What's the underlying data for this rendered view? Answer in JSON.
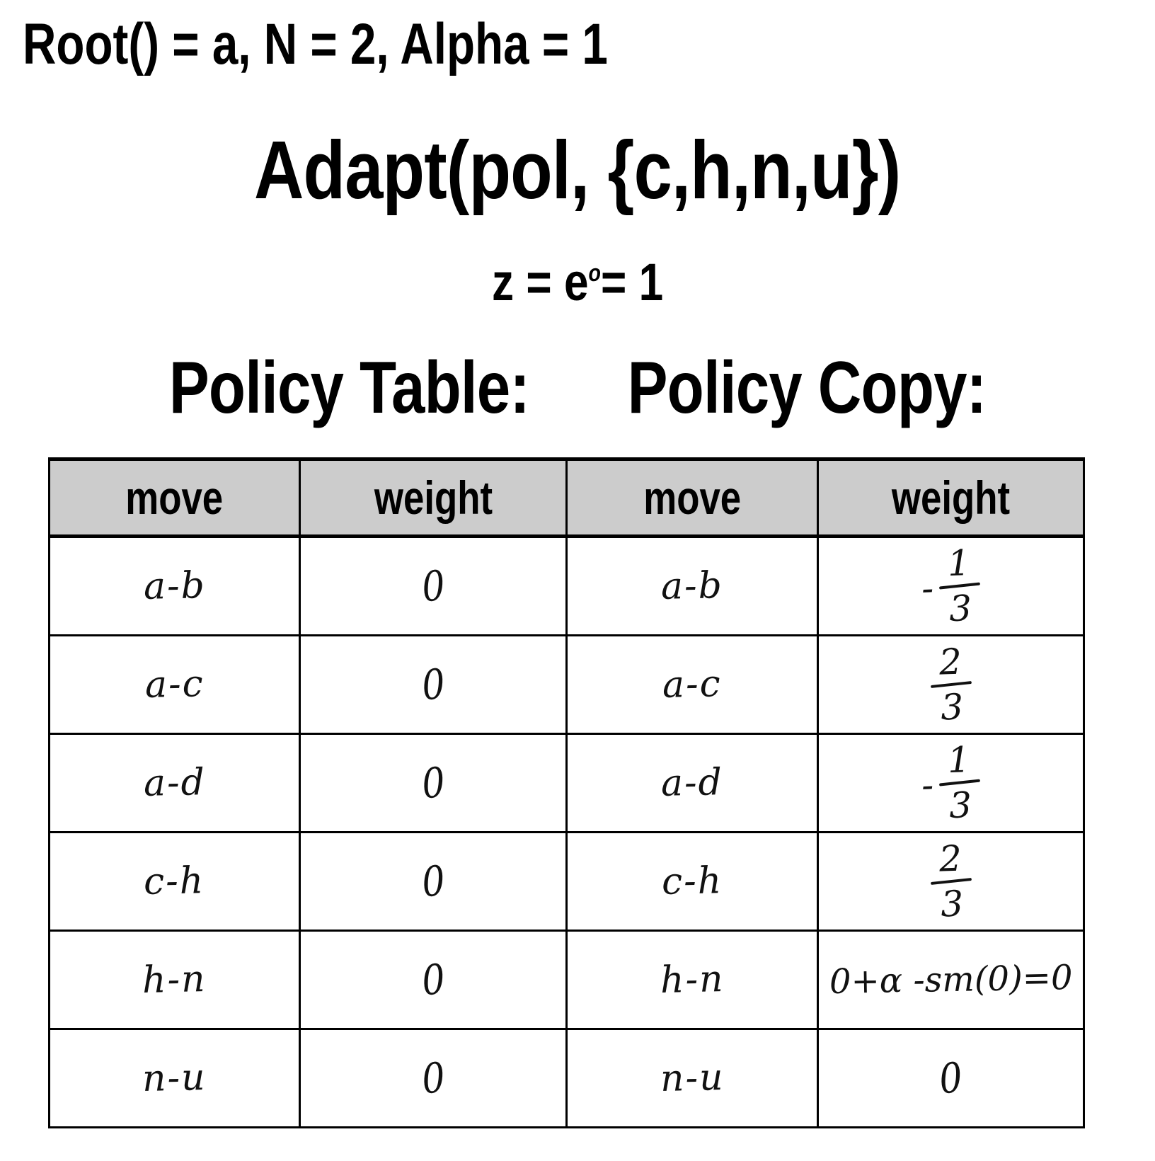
{
  "header": {
    "params_line": "Root() = a, N = 2, Alpha = 1",
    "function_call": "Adapt(pol, {c,h,n,u})",
    "z_prefix": "z = e",
    "z_exponent": "o",
    "z_suffix": "= 1"
  },
  "sections": {
    "left_title": "Policy Table:",
    "right_title": "Policy Copy:"
  },
  "table": {
    "columns": [
      "move",
      "weight",
      "move",
      "weight"
    ],
    "header_background": "#cccccc",
    "border_color": "#000000",
    "rows": [
      {
        "left_move": "a-b",
        "left_weight": "0",
        "right_move": "a-b",
        "right_weight": {
          "kind": "fraction",
          "sign": "-",
          "numerator": "1",
          "denominator": "3",
          "text": "-1/3"
        }
      },
      {
        "left_move": "a-c",
        "left_weight": "0",
        "right_move": "a-c",
        "right_weight": {
          "kind": "fraction",
          "sign": "",
          "numerator": "2",
          "denominator": "3",
          "text": "2/3"
        }
      },
      {
        "left_move": "a-d",
        "left_weight": "0",
        "right_move": "a-d",
        "right_weight": {
          "kind": "fraction",
          "sign": "-",
          "numerator": "1",
          "denominator": "3",
          "text": "-1/3"
        }
      },
      {
        "left_move": "c-h",
        "left_weight": "0",
        "right_move": "c-h",
        "right_weight": {
          "kind": "fraction",
          "sign": "",
          "numerator": "2",
          "denominator": "3",
          "text": "2/3"
        }
      },
      {
        "left_move": "h-n",
        "left_weight": "0",
        "right_move": "h-n",
        "right_weight": {
          "kind": "expression",
          "text": "0+α -sm(0)=0"
        }
      },
      {
        "left_move": "n-u",
        "left_weight": "0",
        "right_move": "n-u",
        "right_weight": {
          "kind": "scalar",
          "text": "0"
        }
      }
    ]
  }
}
